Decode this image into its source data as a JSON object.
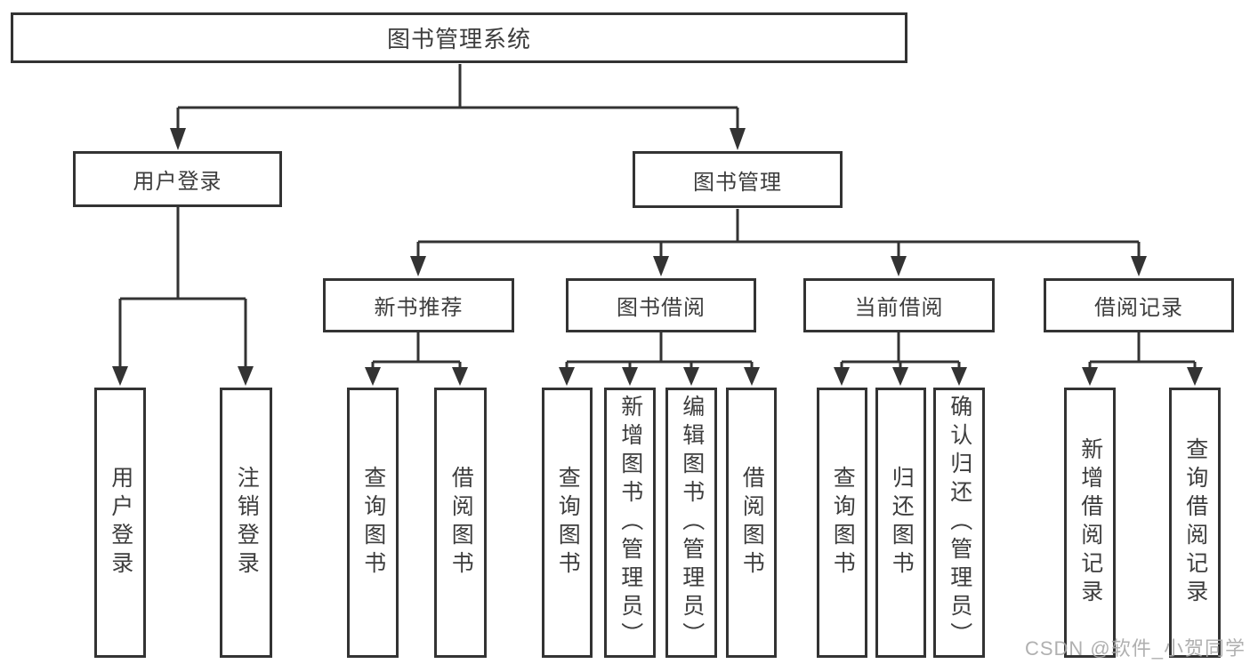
{
  "diagram": {
    "root": "图书管理系统",
    "level2": {
      "user_login": "用户登录",
      "book_mgmt": "图书管理"
    },
    "level3": {
      "new_books": "新书推荐",
      "borrow": "图书借阅",
      "current": "当前借阅",
      "records": "借阅记录"
    },
    "leaves": {
      "login": "用户登录",
      "logout": "注销登录",
      "nb_query": "查询图书",
      "nb_borrow": "借阅图书",
      "bw_query": "查询图书",
      "bw_add": "新增图书（管理员）",
      "bw_edit": "编辑图书（管理员）",
      "bw_borrow": "借阅图书",
      "cu_query": "查询图书",
      "cu_return": "归还图书",
      "cu_confirm": "确认归还（管理员）",
      "rc_add": "新增借阅记录",
      "rc_query": "查询借阅记录"
    }
  },
  "watermark": "CSDN @软件_小贺同学",
  "colors": {
    "line": "#333333",
    "text": "#3d3d3d",
    "watermark": "#a8a8a8",
    "background": "#ffffff"
  }
}
